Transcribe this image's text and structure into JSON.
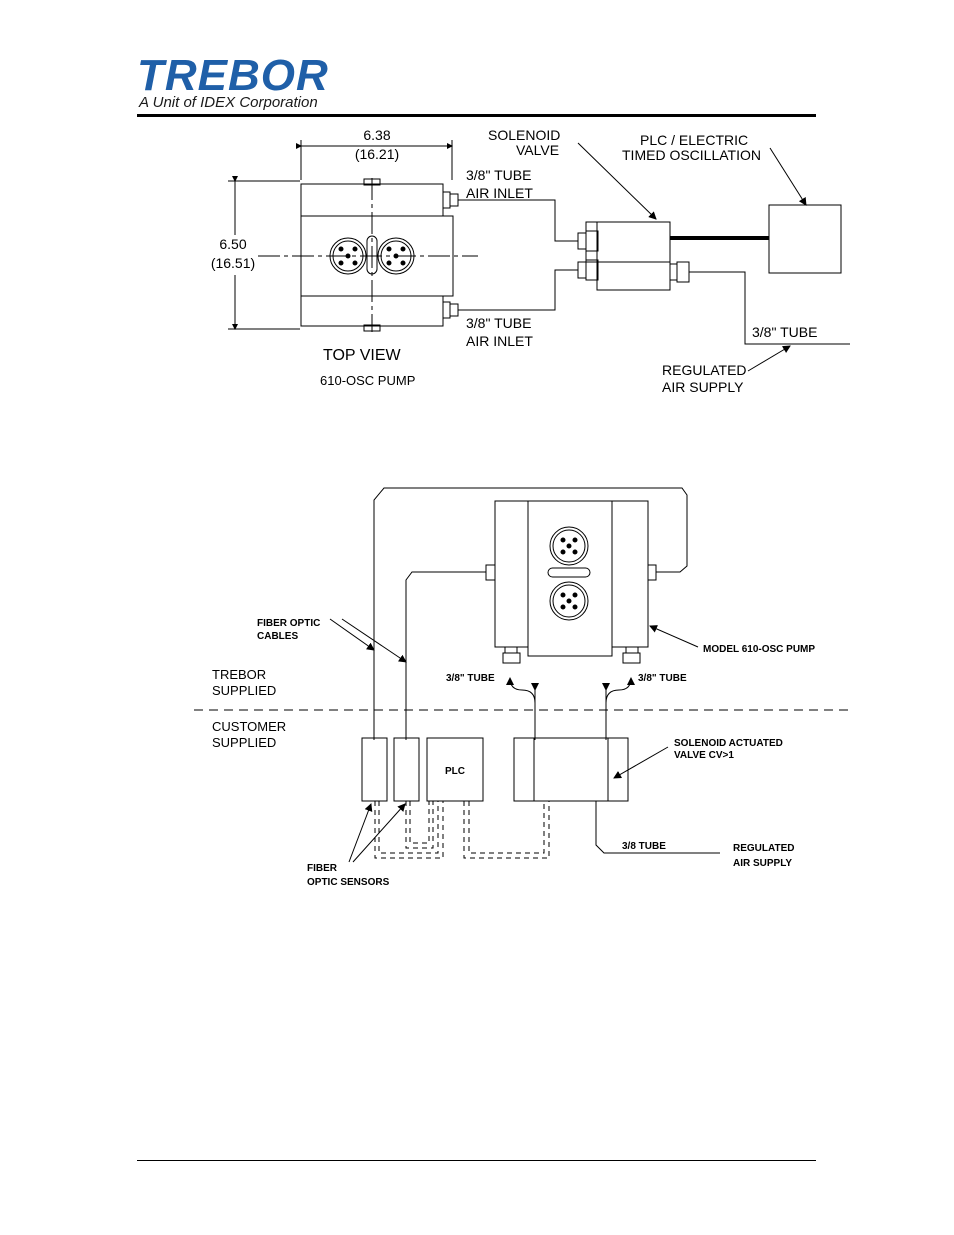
{
  "logo": {
    "brand": "TREBOR",
    "tagline": "A Unit of IDEX Corporation",
    "brand_color": "#1f5fa8"
  },
  "top_diagram": {
    "width_dim": "6.38",
    "width_dim_metric": "(16.21)",
    "height_dim": "6.50",
    "height_dim_metric": "(16.51)",
    "tube_upper_1": "3/8\" TUBE",
    "tube_upper_2": "AIR INLET",
    "tube_lower_1": "3/8\" TUBE",
    "tube_lower_2": "AIR INLET",
    "solenoid_1": "SOLENOID",
    "solenoid_2": "VALVE",
    "plc_1": "PLC / ELECTRIC",
    "plc_2": "TIMED OSCILLATION",
    "supply_tube": "3/8\" TUBE",
    "supply_1": "REGULATED",
    "supply_2": "AIR SUPPLY",
    "view_title": "TOP VIEW",
    "view_subtitle": "610-OSC PUMP"
  },
  "bottom_diagram": {
    "fiber_cables_1": "FIBER OPTIC",
    "fiber_cables_2": "CABLES",
    "model": "MODEL 610-OSC PUMP",
    "tube_left": "3/8\" TUBE",
    "tube_right": "3/8\" TUBE",
    "trebor_1": "TREBOR",
    "trebor_2": "SUPPLIED",
    "customer_1": "CUSTOMER",
    "customer_2": "SUPPLIED",
    "plc": "PLC",
    "solenoid_1": "SOLENOID ACTUATED",
    "solenoid_2": "VALVE CV>1",
    "supply_tube": "3/8 TUBE",
    "supply_1": "REGULATED",
    "supply_2": "AIR SUPPLY",
    "sensors_1": "FIBER",
    "sensors_2": "OPTIC SENSORS"
  }
}
